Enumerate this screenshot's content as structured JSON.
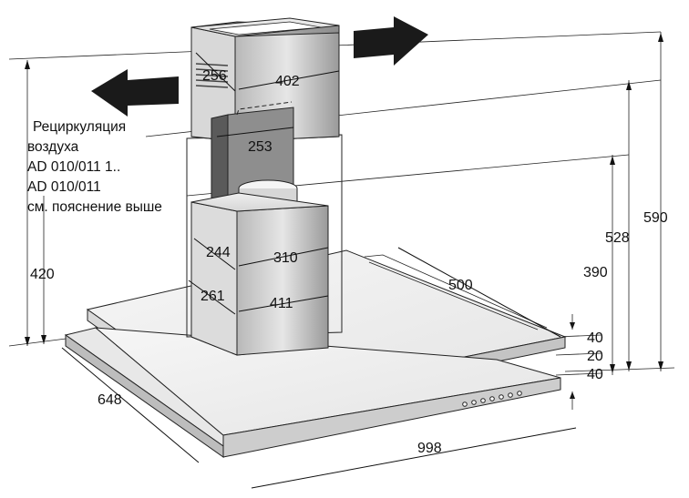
{
  "note": {
    "lines": [
      "Рециркуляция",
      "воздуха",
      "AD 010/011 1..",
      "AD 010/011",
      "см. пояснение выше"
    ]
  },
  "dimensions": {
    "chimney_top_depth": "256",
    "chimney_top_width": "402",
    "inner_duct_width": "253",
    "lower_chimney_depth": "244",
    "lower_chimney_width": "310",
    "base_depth": "261",
    "base_width": "411",
    "hood_depth_right": "500",
    "left_height": "420",
    "height_590": "590",
    "height_528": "528",
    "height_390": "390",
    "thickness_40_top": "40",
    "thickness_20": "20",
    "thickness_40_bottom": "40",
    "hood_depth": "648",
    "hood_width": "998"
  },
  "colors": {
    "chimney_light": "#ececec",
    "chimney_mid": "#c9c9c9",
    "chimney_dark": "#8a8a8a",
    "panel": "#f2f2f2",
    "panel_edge": "#d9d9d9",
    "arrow": "#1a1a1a"
  },
  "icons": [
    "left-arrow-icon",
    "right-arrow-icon"
  ]
}
